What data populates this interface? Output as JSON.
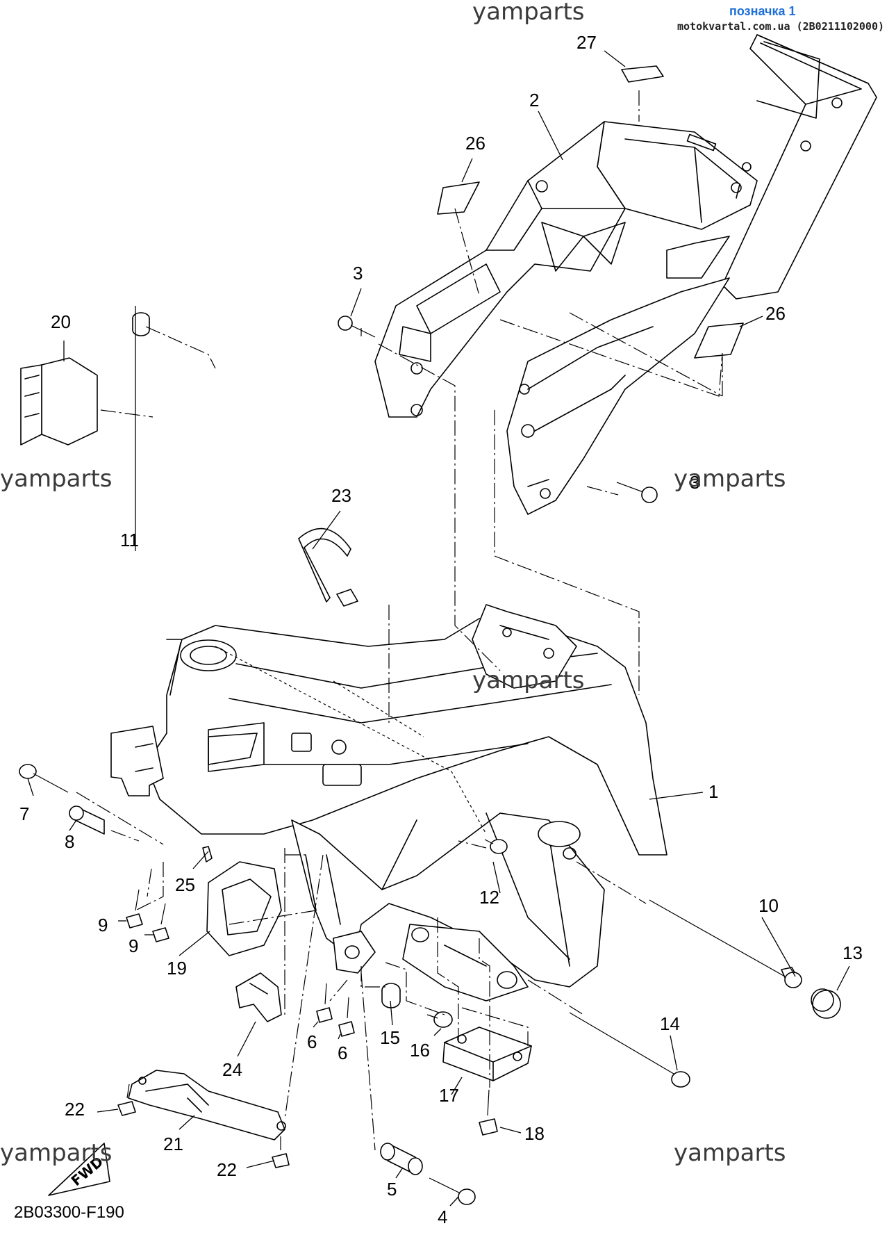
{
  "header": {
    "watermark_top": "yamparts",
    "label": "позначка 1",
    "source": "motokvartal.com.ua (2B0211102000)"
  },
  "watermarks": [
    "yamparts",
    "yamparts",
    "yamparts",
    "yamparts",
    "yamparts"
  ],
  "diagram_code": "2B03300-F190",
  "fwd_label": "FWD",
  "callouts": [
    "1",
    "2",
    "3",
    "3",
    "4",
    "5",
    "6",
    "6",
    "7",
    "8",
    "9",
    "9",
    "10",
    "11",
    "12",
    "13",
    "14",
    "15",
    "16",
    "17",
    "18",
    "19",
    "20",
    "21",
    "22",
    "22",
    "23",
    "24",
    "25",
    "26",
    "26",
    "27"
  ]
}
